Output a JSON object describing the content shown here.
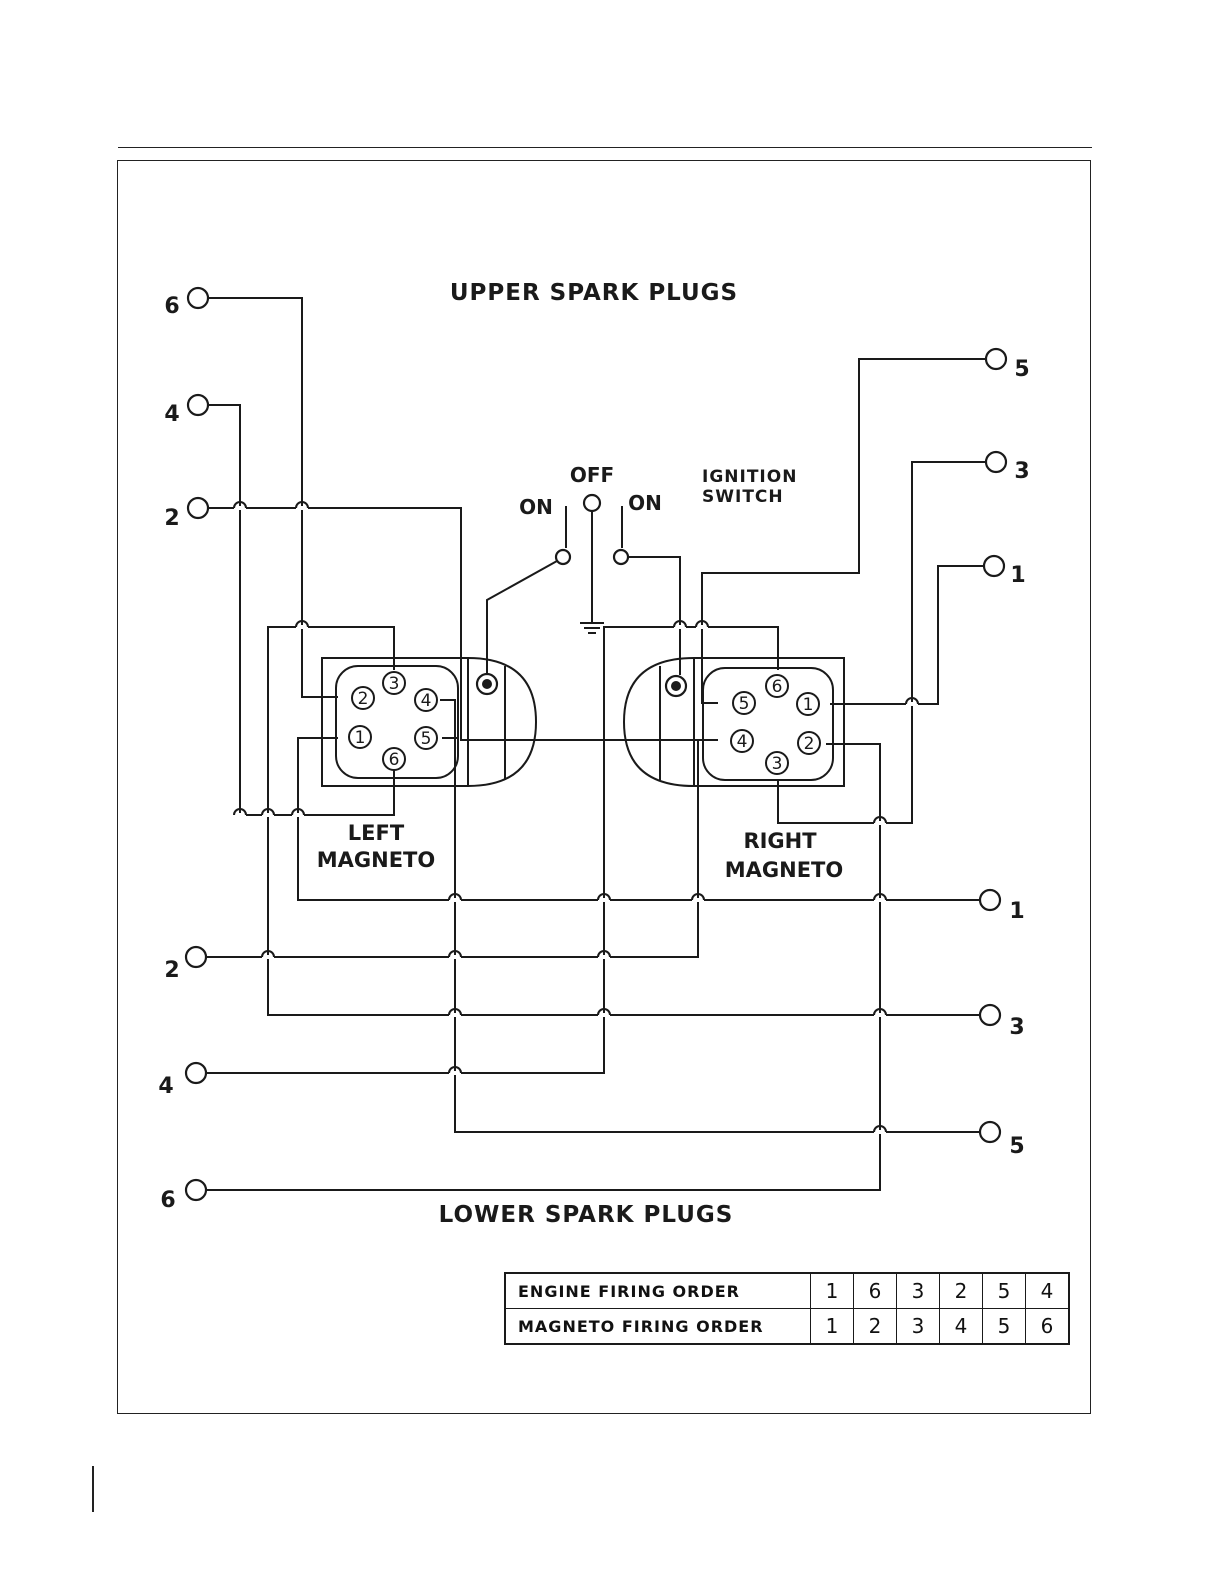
{
  "titles": {
    "upper": "UPPER SPARK PLUGS",
    "lower": "LOWER SPARK PLUGS"
  },
  "switch": {
    "off": "OFF",
    "on_left": "ON",
    "on_right": "ON",
    "label_line1": "IGNITION",
    "label_line2": "SWITCH"
  },
  "left_magneto": {
    "line1": "LEFT",
    "line2": "MAGNETO",
    "pins": [
      "3",
      "2",
      "4",
      "1",
      "5",
      "6"
    ]
  },
  "right_magneto": {
    "line1": "RIGHT",
    "line2": "MAGNETO",
    "pins": [
      "6",
      "5",
      "1",
      "4",
      "2",
      "3"
    ]
  },
  "upper_plugs": {
    "left": [
      "6",
      "4",
      "2"
    ],
    "right": [
      "5",
      "3",
      "1"
    ]
  },
  "lower_plugs": {
    "left": [
      "2",
      "4",
      "6"
    ],
    "right": [
      "1",
      "3",
      "5"
    ]
  },
  "table": {
    "rows": [
      {
        "label": "ENGINE FIRING ORDER",
        "values": [
          "1",
          "6",
          "3",
          "2",
          "5",
          "4"
        ]
      },
      {
        "label": "MAGNETO FIRING ORDER",
        "values": [
          "1",
          "2",
          "3",
          "4",
          "5",
          "6"
        ]
      }
    ]
  }
}
